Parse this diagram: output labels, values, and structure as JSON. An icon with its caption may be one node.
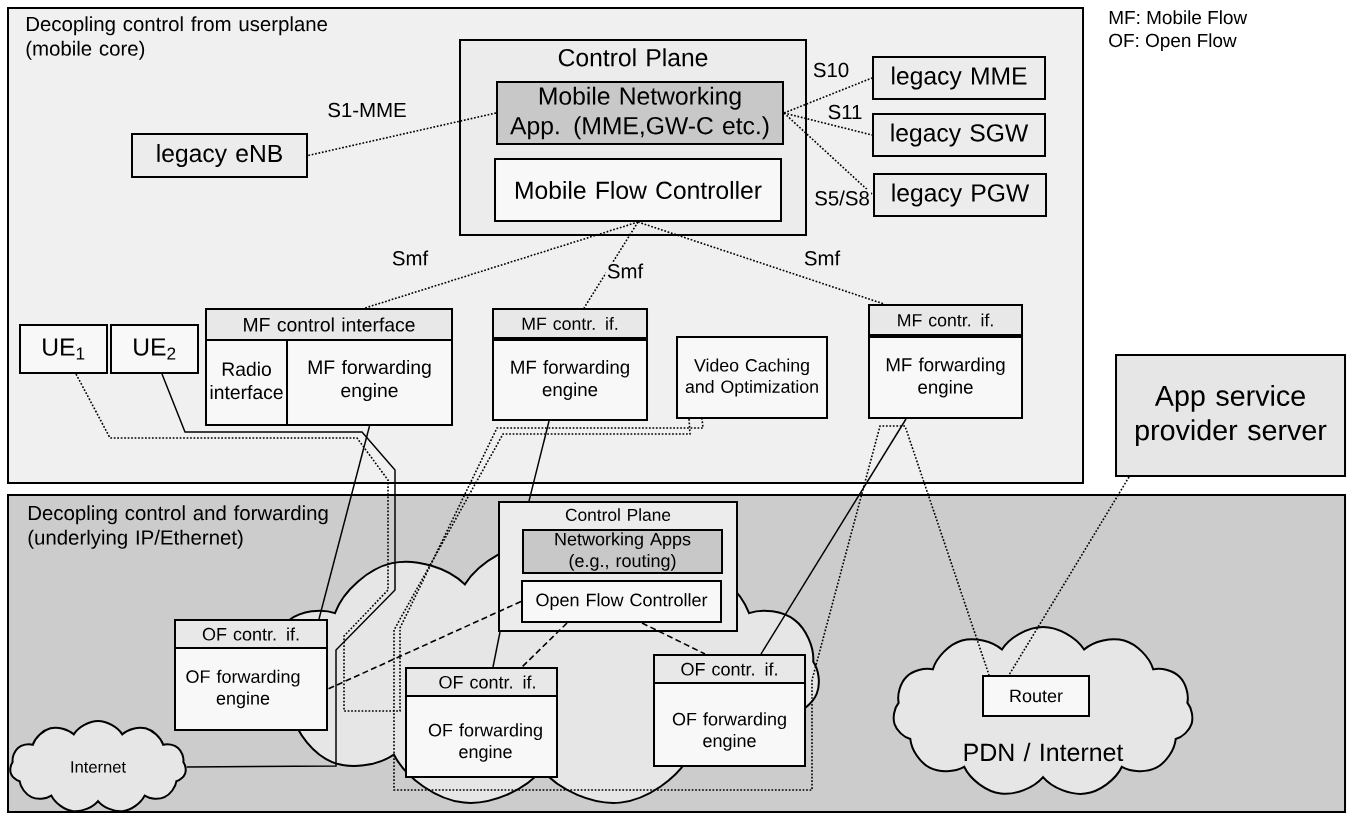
{
  "diagram": {
    "nodes": [
      {
        "text": [
          "Decopling control from userplane (mobile core)"
        ]
      },
      {
        "text": [
          "Control Plane"
        ],
        "in": 0
      },
      {
        "text": [
          "Mobile Networking App. (MME,GW-C etc.)"
        ],
        "in": 1
      },
      {
        "text": [
          "Mobile Flow Controller"
        ],
        "in": 1
      },
      {
        "text": [
          "legacy eNB"
        ],
        "in": 0
      },
      {
        "text": [
          "legacy MME"
        ],
        "in": 0
      },
      {
        "text": [
          "legacy SGW"
        ],
        "in": 0
      },
      {
        "text": [
          "legacy PGW"
        ],
        "in": 0
      },
      {
        "text": [
          "MF control interface"
        ],
        "in": 0
      },
      {
        "text": [
          "Radio interface"
        ],
        "in": 0
      },
      {
        "text": [
          "MF forwarding engine"
        ],
        "in": 0
      },
      {
        "text": [
          "UE$_{1}$"
        ],
        "in": 0
      },
      {
        "text": [
          "UE$_{2}$"
        ],
        "in": 0
      },
      {
        "text": [
          "MF contr. if."
        ],
        "in": 0
      },
      {
        "text": [
          "MF forwarding engine"
        ],
        "in": 0
      },
      {
        "text": [
          "Video Caching and Optimization"
        ],
        "in": 0
      },
      {
        "text": [
          "MF contr. if."
        ],
        "in": 0
      },
      {
        "text": [
          "MF forwarding engine"
        ],
        "in": 0
      },
      {
        "text": [
          "App service provider server"
        ]
      },
      {
        "text": [
          "Decopling control and forwarding (underlying IP/Ethernet)"
        ]
      },
      {
        "text": [
          "Control Plane"
        ],
        "in": 19
      },
      {
        "text": [
          "Networking Apps (e.g., routing)"
        ],
        "in": 20
      },
      {
        "text": [
          "Open Flow Controller"
        ],
        "in": 20
      },
      {
        "text": [
          "OF contr. if."
        ],
        "in": 19
      },
      {
        "text": [
          "OF forwarding engine"
        ],
        "in": 19
      },
      {
        "text": [
          "OF contr. if."
        ],
        "in": 19
      },
      {
        "text": [
          "OF forwarding engine"
        ],
        "in": 19
      },
      {
        "text": [
          "OF contr. if."
        ],
        "in": 19
      },
      {
        "text": [
          "OF forwarding engine"
        ],
        "in": 19
      },
      {
        "text": [
          "Internet"
        ],
        "in": 19
      },
      {
        "text": [
          "PDN / Internet"
        ],
        "in": 19
      },
      {
        "text": [
          "Router"
        ],
        "in": 30
      }
    ],
    "edges": [
      {
        "from": 2,
        "to": 4,
        "arrow": "none",
        "label": "S1-MME",
        "style": "dashed"
      },
      {
        "from": 2,
        "to": 5,
        "arrow": "none",
        "label": "S10",
        "style": "dashed"
      },
      {
        "from": 2,
        "to": 6,
        "arrow": "none",
        "label": "S11",
        "style": "dashed"
      },
      {
        "from": 2,
        "to": 7,
        "arrow": "none",
        "label": "S5/S8",
        "style": "dashed"
      },
      {
        "from": 3,
        "to": 8,
        "arrow": "none",
        "label": "Smf",
        "style": "dashed"
      },
      {
        "from": 3,
        "to": 13,
        "arrow": "none",
        "label": "Smf",
        "style": "dashed"
      },
      {
        "from": 3,
        "to": 16,
        "arrow": "none",
        "label": "Smf",
        "style": "dashed"
      },
      {
        "from": 10,
        "to": 23,
        "arrow": "none"
      },
      {
        "from": 14,
        "to": 20,
        "arrow": "none"
      },
      {
        "from": 20,
        "to": 25,
        "arrow": "none"
      },
      {
        "from": 22,
        "to": 24,
        "arrow": "none",
        "style": "dashed"
      },
      {
        "from": 22,
        "to": 25,
        "arrow": "none",
        "style": "dashed"
      },
      {
        "from": 22,
        "to": 27,
        "arrow": "none",
        "style": "dashed"
      },
      {
        "from": 17,
        "to": 27,
        "arrow": "none"
      },
      {
        "from": 12,
        "to": 29,
        "arrow": "none"
      },
      {
        "from": 11,
        "to": 15,
        "arrow": "none",
        "style": "dashed"
      },
      {
        "from": 15,
        "to": 31,
        "arrow": "none",
        "style": "dashed"
      },
      {
        "from": 18,
        "to": 31,
        "arrow": "none",
        "style": "dashed"
      }
    ],
    "labels": [
      "MF: Mobile Flow",
      "OF: Open Flow"
    ]
  }
}
